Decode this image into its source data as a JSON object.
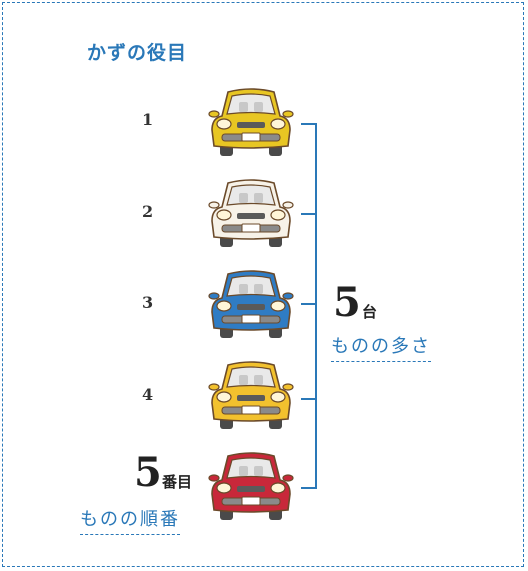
{
  "title": "かずの役目",
  "items": [
    {
      "number": "1",
      "color": "#e8c623"
    },
    {
      "number": "2",
      "color": "#f7f2e8"
    },
    {
      "number": "3",
      "color": "#2f7cc4"
    },
    {
      "number": "4",
      "color": "#f2c12e"
    },
    {
      "number": "",
      "color": "#c8283a"
    }
  ],
  "quantity": {
    "number": "5",
    "unit": "台",
    "label": "ものの多さ"
  },
  "order": {
    "number": "5",
    "unit": "番目",
    "label": "ものの順番"
  },
  "colors": {
    "accent": "#2a78b8"
  }
}
